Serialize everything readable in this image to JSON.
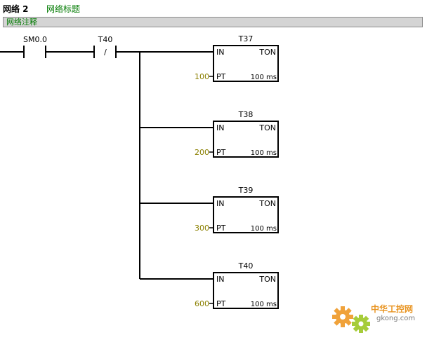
{
  "network": {
    "number": "网络 2",
    "title": "网络标题",
    "comment": "网络注释"
  },
  "contacts": [
    {
      "address": "SM0.0",
      "type": "normally-open",
      "symbol": ""
    },
    {
      "address": "T40",
      "type": "normally-closed",
      "symbol": "/"
    }
  ],
  "timers": [
    {
      "name": "T37",
      "type": "TON",
      "in_label": "IN",
      "pt_label": "PT",
      "preset": "100",
      "resolution": "100 ms"
    },
    {
      "name": "T38",
      "type": "TON",
      "in_label": "IN",
      "pt_label": "PT",
      "preset": "200",
      "resolution": "100 ms"
    },
    {
      "name": "T39",
      "type": "TON",
      "in_label": "IN",
      "pt_label": "PT",
      "preset": "300",
      "resolution": "100 ms"
    },
    {
      "name": "T40",
      "type": "TON",
      "in_label": "IN",
      "pt_label": "PT",
      "preset": "600",
      "resolution": "100 ms"
    }
  ],
  "colors": {
    "preset_value": "#8b8000",
    "comment_text": "#007a00",
    "logo_text": "#e8931f"
  },
  "watermark": {
    "text_cn": "中华工控网",
    "url": "gkong.com",
    "icon": "gear-icon"
  }
}
